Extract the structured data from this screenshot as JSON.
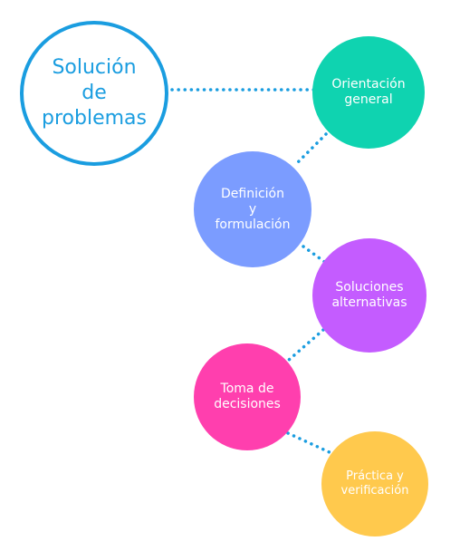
{
  "diagram": {
    "main": {
      "label": "Solución\nde\nproblemas",
      "color": "#1a9de0"
    },
    "steps": [
      {
        "label": "Orientación\ngeneral",
        "color": "#0fd3b0"
      },
      {
        "label": "Definición\ny\nformulación",
        "color": "#7b9cff"
      },
      {
        "label": "Soluciones\nalternativas",
        "color": "#c45cff"
      },
      {
        "label": "Toma de\ndecisiones",
        "color": "#ff3fae"
      },
      {
        "label": "Práctica y\nverificación",
        "color": "#ffc94d"
      }
    ],
    "connector_color": "#1a9de0"
  }
}
